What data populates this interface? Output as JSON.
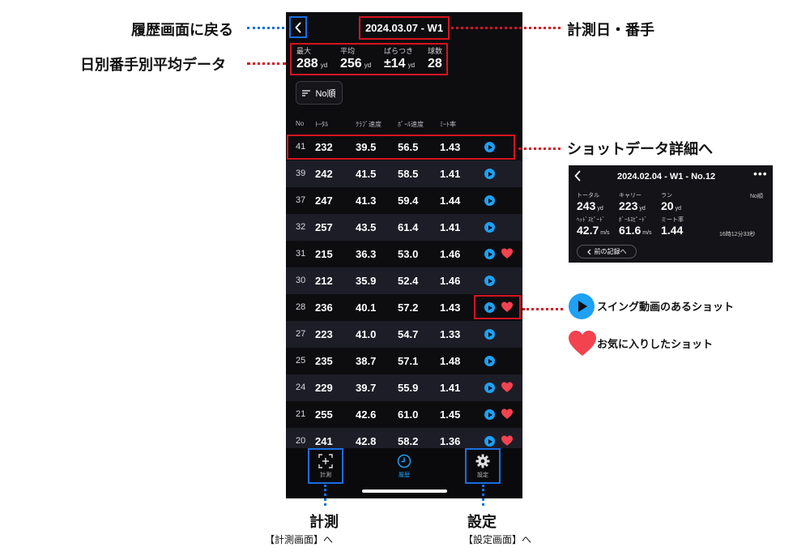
{
  "header": {
    "date_title": "2024.03.07 - W1"
  },
  "stats": [
    {
      "label": "最大",
      "value": "288",
      "unit": "yd"
    },
    {
      "label": "平均",
      "value": "256",
      "unit": "yd"
    },
    {
      "label": "ばらつき",
      "value": "±14",
      "unit": "yd"
    },
    {
      "label": "球数",
      "value": "28",
      "unit": ""
    }
  ],
  "sort_button": "No順",
  "columns": [
    "No",
    "ﾄｰﾀﾙ",
    "ｸﾗﾌﾞ速度",
    "ﾎﾞｰﾙ速度",
    "ﾐｰﾄ率"
  ],
  "rows": [
    {
      "no": "41",
      "total": "232",
      "club": "39.5",
      "ball": "56.5",
      "smash": "1.43",
      "video": true,
      "fav": false
    },
    {
      "no": "39",
      "total": "242",
      "club": "41.5",
      "ball": "58.5",
      "smash": "1.41",
      "video": true,
      "fav": false
    },
    {
      "no": "37",
      "total": "247",
      "club": "41.3",
      "ball": "59.4",
      "smash": "1.44",
      "video": true,
      "fav": false
    },
    {
      "no": "32",
      "total": "257",
      "club": "43.5",
      "ball": "61.4",
      "smash": "1.41",
      "video": true,
      "fav": false
    },
    {
      "no": "31",
      "total": "215",
      "club": "36.3",
      "ball": "53.0",
      "smash": "1.46",
      "video": true,
      "fav": true
    },
    {
      "no": "30",
      "total": "212",
      "club": "35.9",
      "ball": "52.4",
      "smash": "1.46",
      "video": true,
      "fav": false
    },
    {
      "no": "28",
      "total": "236",
      "club": "40.1",
      "ball": "57.2",
      "smash": "1.43",
      "video": true,
      "fav": true
    },
    {
      "no": "27",
      "total": "223",
      "club": "41.0",
      "ball": "54.7",
      "smash": "1.33",
      "video": true,
      "fav": false
    },
    {
      "no": "25",
      "total": "235",
      "club": "38.7",
      "ball": "57.1",
      "smash": "1.48",
      "video": true,
      "fav": false
    },
    {
      "no": "24",
      "total": "229",
      "club": "39.7",
      "ball": "55.9",
      "smash": "1.41",
      "video": true,
      "fav": true
    },
    {
      "no": "21",
      "total": "255",
      "club": "42.6",
      "ball": "61.0",
      "smash": "1.45",
      "video": true,
      "fav": true
    },
    {
      "no": "20",
      "total": "241",
      "club": "42.8",
      "ball": "58.2",
      "smash": "1.36",
      "video": true,
      "fav": true
    }
  ],
  "tabbar": {
    "measure": "計測",
    "history": "履歴",
    "settings": "設定"
  },
  "annotations": {
    "back": "履歴画面に戻る",
    "daily_avg": "日別番手別平均データ",
    "date_club": "計測日・番手",
    "shot_detail": "ショットデータ詳細へ",
    "video_legend": "スイング動画のあるショット",
    "fav_legend": "お気に入りしたショット",
    "measure_title": "計測",
    "measure_sub": "【計測画面】へ",
    "settings_title": "設定",
    "settings_sub": "【設定画面】へ"
  },
  "detail_preview": {
    "title": "2024.02.04 - W1 - No.12",
    "more": "•••",
    "order": "No順",
    "stats": [
      {
        "label": "トータル",
        "value": "243",
        "unit": "yd"
      },
      {
        "label": "キャリー",
        "value": "223",
        "unit": "yd"
      },
      {
        "label": "ラン",
        "value": "20",
        "unit": "yd"
      },
      {
        "label": "ﾍｯﾄﾞｽﾋﾟｰﾄﾞ",
        "value": "42.7",
        "unit": "m/s"
      },
      {
        "label": "ﾎﾞｰﾙｽﾋﾟｰﾄﾞ",
        "value": "61.6",
        "unit": "m/s"
      },
      {
        "label": "ミート率",
        "value": "1.44",
        "unit": ""
      }
    ],
    "time": "16時12分33秒",
    "prev_button": "前の記録へ"
  },
  "colors": {
    "accent_blue": "#1ea0f5",
    "highlight_red": "#d5141f",
    "highlight_blue": "#1a6fe0",
    "heart": "#f2434f"
  }
}
